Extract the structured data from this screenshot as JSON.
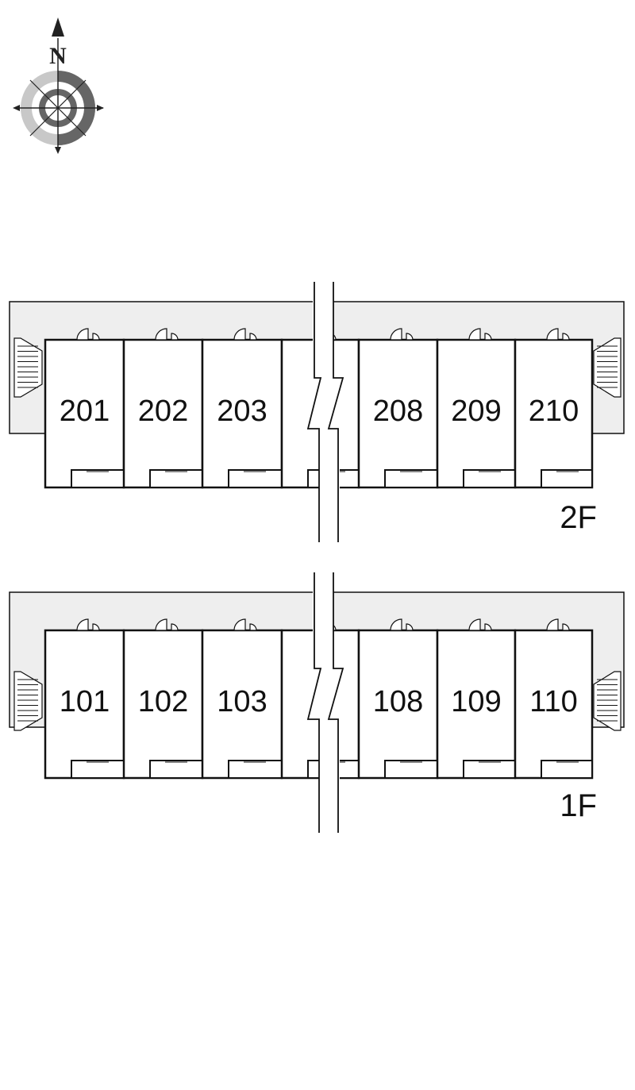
{
  "compass": {
    "north_label": "N",
    "icon": "compass-rose-icon"
  },
  "colors": {
    "corridor": "#eeeeee",
    "wall": "#111111",
    "ring_dark": "#666666",
    "ring_light": "#c8c8c8"
  },
  "floors": [
    {
      "id": "2F",
      "label": "2F",
      "units": [
        "201",
        "202",
        "203",
        "",
        "208",
        "209",
        "210"
      ]
    },
    {
      "id": "1F",
      "label": "1F",
      "units": [
        "101",
        "102",
        "103",
        "",
        "108",
        "109",
        "110"
      ]
    }
  ]
}
